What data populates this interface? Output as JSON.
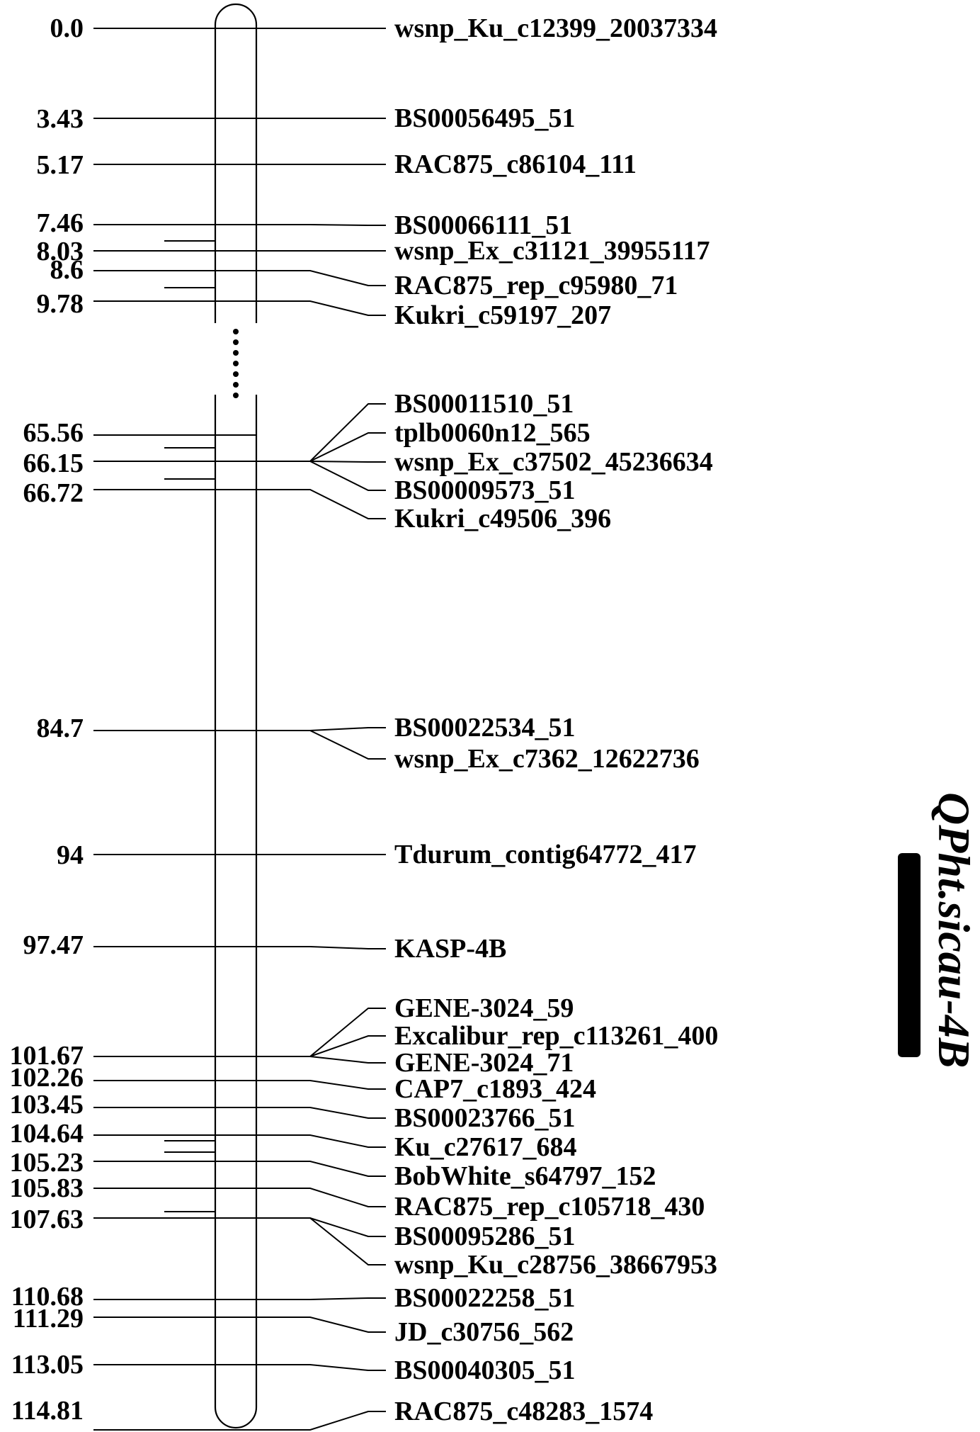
{
  "linkage_group": {
    "positions": [
      {
        "label": "0.0"
      },
      {
        "label": "3.43"
      },
      {
        "label": "5.17"
      },
      {
        "label": "7.46"
      },
      {
        "label": "8.03"
      },
      {
        "label": "8.6"
      },
      {
        "label": "9.78"
      },
      {
        "label": "65.56"
      },
      {
        "label": "66.15"
      },
      {
        "label": "66.72"
      },
      {
        "label": "84.7"
      },
      {
        "label": "94"
      },
      {
        "label": "97.47"
      },
      {
        "label": "101.67"
      },
      {
        "label": "102.26"
      },
      {
        "label": "103.45"
      },
      {
        "label": "104.64"
      },
      {
        "label": "105.23"
      },
      {
        "label": "105.83"
      },
      {
        "label": "107.63"
      },
      {
        "label": "110.68"
      },
      {
        "label": "111.29"
      },
      {
        "label": "113.05"
      },
      {
        "label": "114.81"
      }
    ],
    "markers": [
      {
        "name": "wsnp_Ku_c12399_20037334",
        "pos": 0
      },
      {
        "name": "BS00056495_51",
        "pos": 1
      },
      {
        "name": "RAC875_c86104_111",
        "pos": 2
      },
      {
        "name": "BS00066111_51",
        "pos": 3
      },
      {
        "name": "wsnp_Ex_c31121_39955117",
        "pos": 4
      },
      {
        "name": "RAC875_rep_c95980_71",
        "pos": 5
      },
      {
        "name": "Kukri_c59197_207",
        "pos": 6
      },
      {
        "name": "BS00011510_51",
        "pos": 8
      },
      {
        "name": "tplb0060n12_565",
        "pos": 8
      },
      {
        "name": "wsnp_Ex_c37502_45236634",
        "pos": 8
      },
      {
        "name": "BS00009573_51",
        "pos": 8
      },
      {
        "name": "Kukri_c49506_396",
        "pos": 9
      },
      {
        "name": "BS00022534_51",
        "pos": 10
      },
      {
        "name": "wsnp_Ex_c7362_12622736",
        "pos": 10
      },
      {
        "name": "Tdurum_contig64772_417",
        "pos": 11
      },
      {
        "name": "KASP-4B",
        "pos": 12
      },
      {
        "name": "GENE-3024_59",
        "pos": 13
      },
      {
        "name": "Excalibur_rep_c113261_400",
        "pos": 13
      },
      {
        "name": "GENE-3024_71",
        "pos": 13
      },
      {
        "name": "CAP7_c1893_424",
        "pos": 14
      },
      {
        "name": "BS00023766_51",
        "pos": 15
      },
      {
        "name": "Ku_c27617_684",
        "pos": 16
      },
      {
        "name": "BobWhite_s64797_152",
        "pos": 17
      },
      {
        "name": "RAC875_rep_c105718_430",
        "pos": 18
      },
      {
        "name": "BS00095286_51",
        "pos": 19
      },
      {
        "name": "wsnp_Ku_c28756_38667953",
        "pos": 19
      },
      {
        "name": "BS00022258_51",
        "pos": 20
      },
      {
        "name": "JD_c30756_562",
        "pos": 21
      },
      {
        "name": "BS00040305_51",
        "pos": 22
      },
      {
        "name": "RAC875_c48283_1574",
        "pos": 23
      }
    ]
  },
  "qtl": {
    "name": "QPht.sicau-4B",
    "bar_color": "#000000"
  }
}
